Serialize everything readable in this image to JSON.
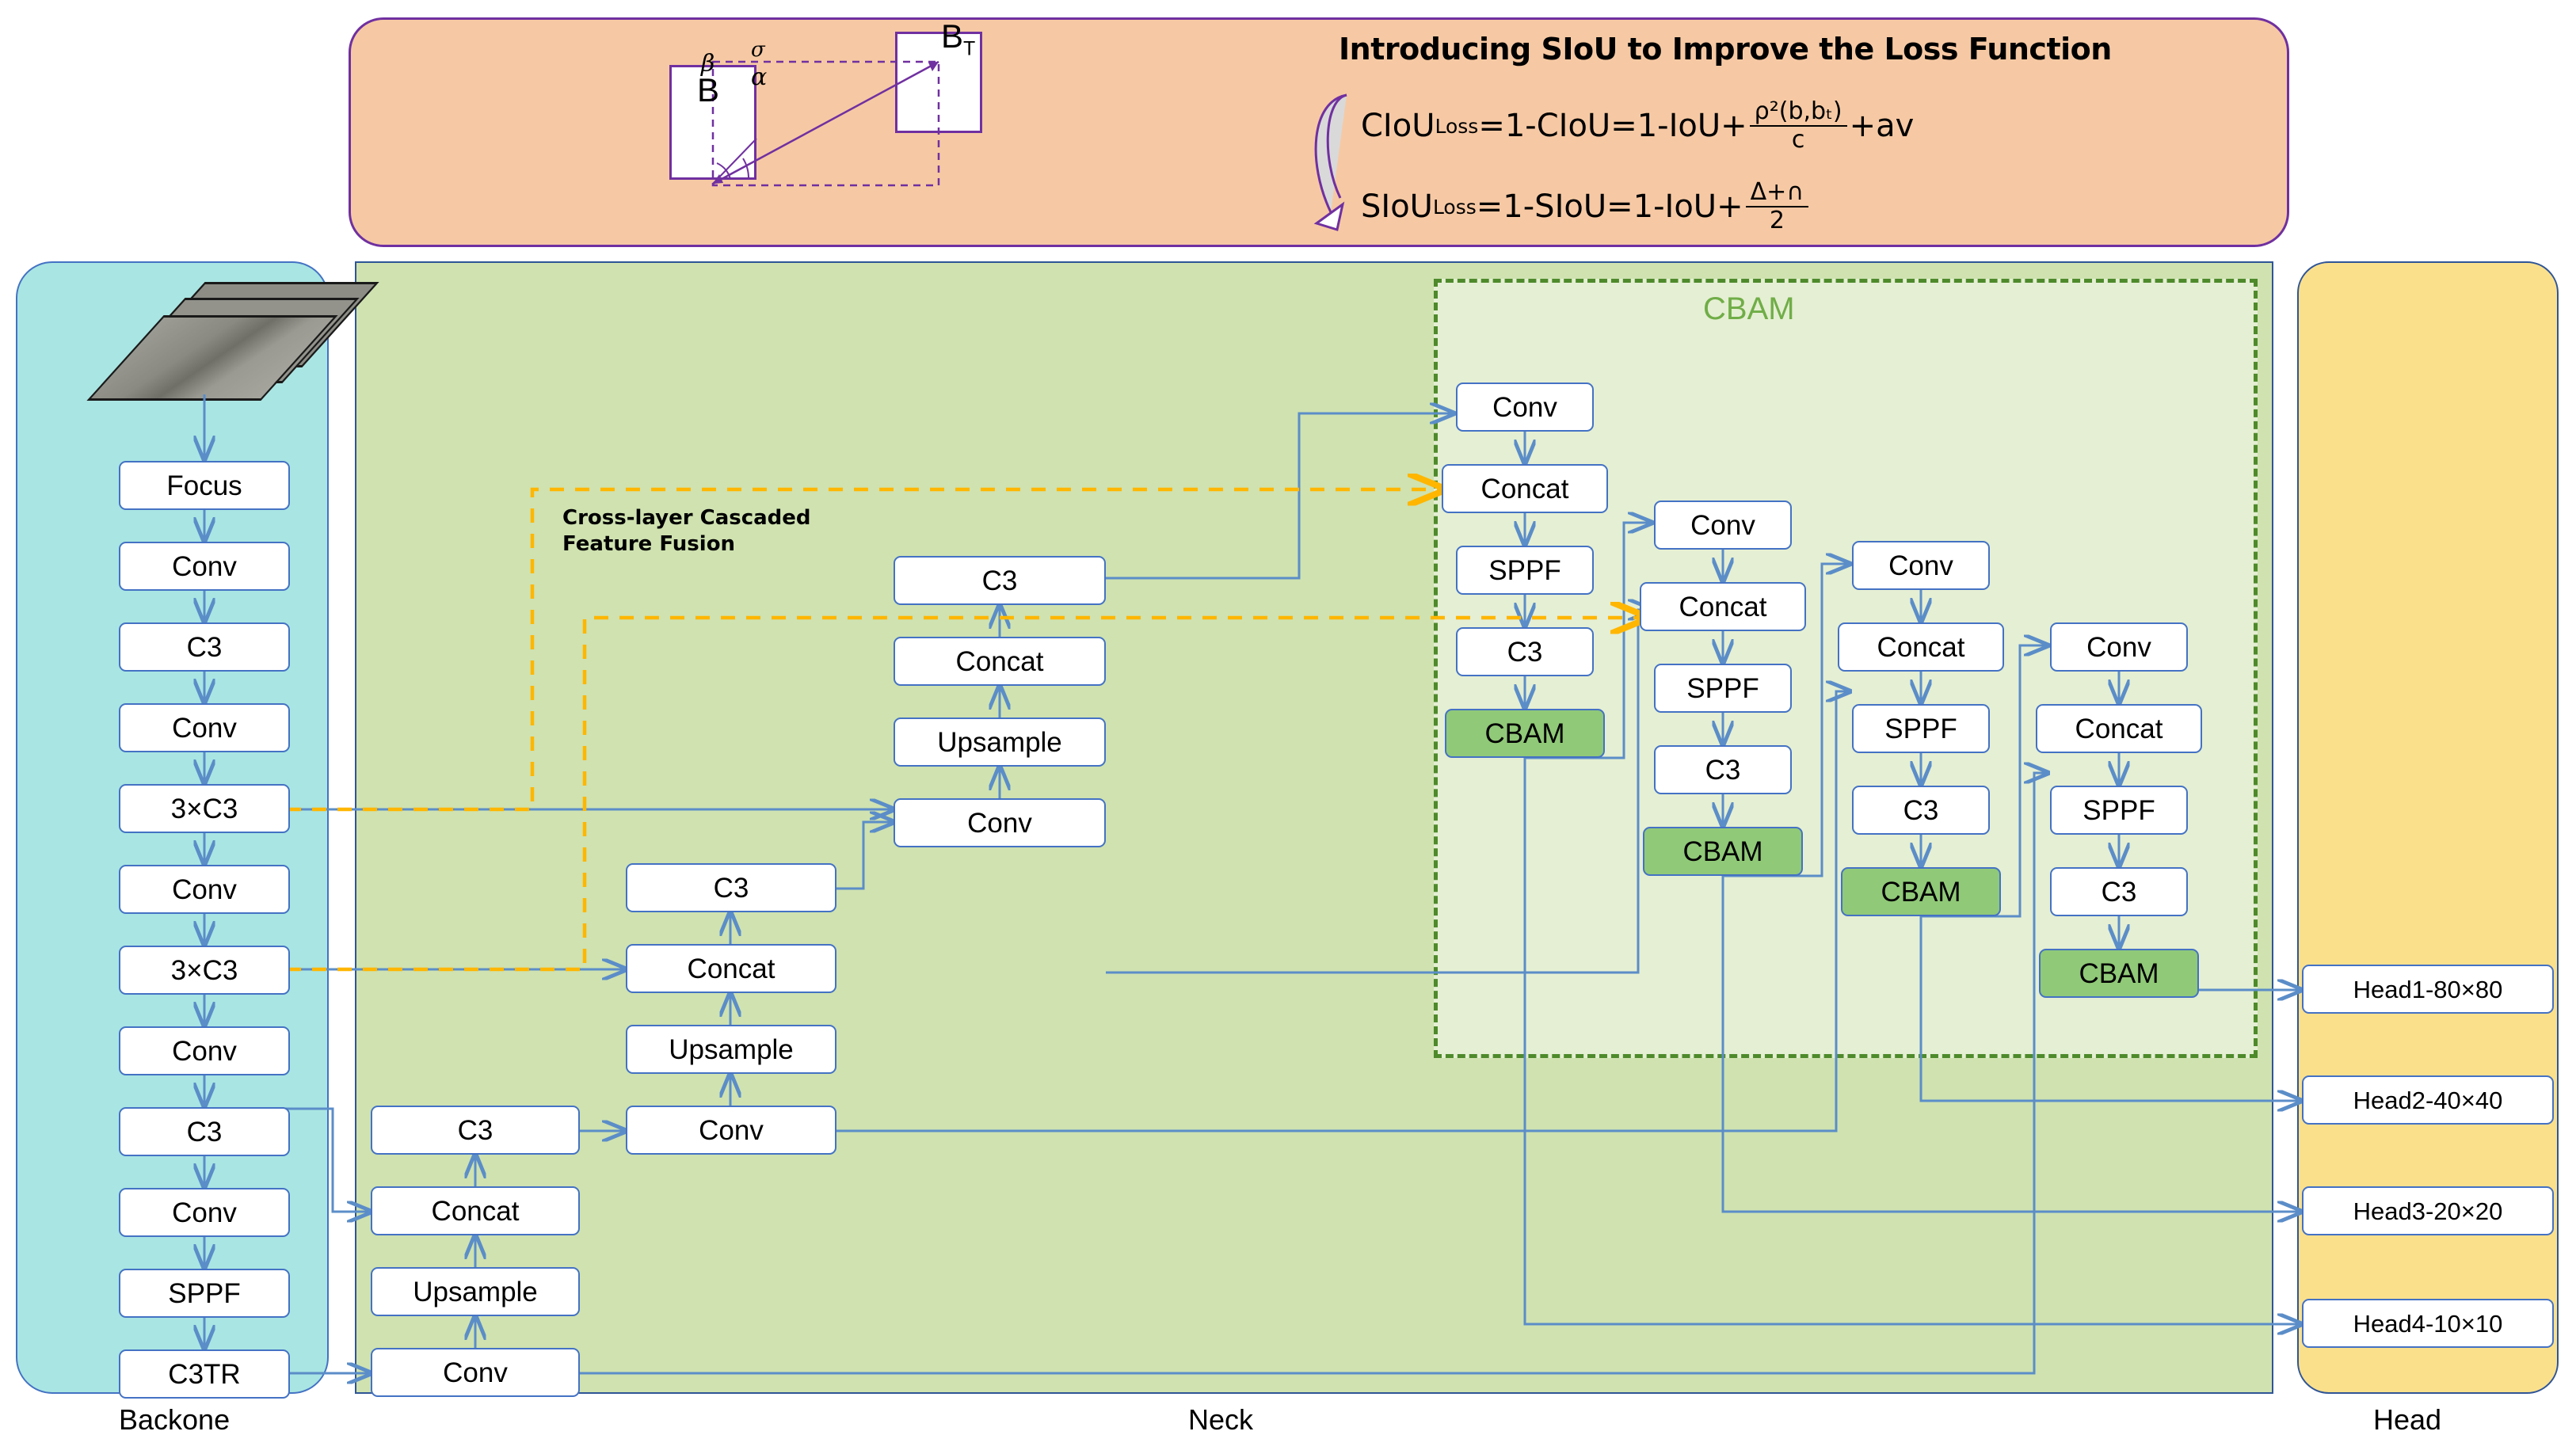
{
  "banner": {
    "title": "Introducing SIoU to Improve the Loss Function",
    "formula1": {
      "lhs": "CIoU",
      "lhs_sub": "Loss",
      "mid": "=1-CIoU=1-IoU+",
      "num": "ρ²(b,bₜ)",
      "den": "c",
      "tail": "+av"
    },
    "formula2": {
      "lhs": "SIoU",
      "lhs_sub": "Loss",
      "mid": "=1-SIoU=1-IoU+",
      "num": "Δ+∩",
      "den": "2",
      "tail": ""
    },
    "diagram": {
      "box_b_label": "B",
      "box_bt_label": "B",
      "box_bt_sub": "T",
      "angle_beta": "β",
      "angle_alpha": "α",
      "sigma": "σ"
    }
  },
  "regions": {
    "backbone_caption": "Backone",
    "neck_caption": "Neck",
    "head_caption": "Head",
    "cbam_group_title": "CBAM",
    "fusion_label_line1": "Cross-layer Cascaded",
    "fusion_label_line2": "Feature Fusion"
  },
  "colors": {
    "backbone_bg": "#a9e5e3",
    "neck_bg": "#cfe2b0",
    "head_bg": "#fbe08c",
    "banner_bg": "#f6c9a4",
    "banner_border": "#7030a0",
    "cbam_zone_border": "#4e8a2b",
    "cbam_box_fill": "#90c978",
    "node_border": "#4472c4",
    "wire": "#5b8dc8",
    "fusion_wire": "#ffb600",
    "cbam_title": "#70ad47"
  },
  "backbone": {
    "nodes": [
      {
        "label": "Focus"
      },
      {
        "label": "Conv"
      },
      {
        "label": "C3"
      },
      {
        "label": "Conv"
      },
      {
        "label": "3×C3"
      },
      {
        "label": "Conv"
      },
      {
        "label": "3×C3"
      },
      {
        "label": "Conv"
      },
      {
        "label": "C3"
      },
      {
        "label": "Conv"
      },
      {
        "label": "SPPF"
      },
      {
        "label": "C3TR"
      }
    ]
  },
  "neck": {
    "col_a": [
      {
        "label": "C3"
      },
      {
        "label": "Concat"
      },
      {
        "label": "Upsample"
      },
      {
        "label": "Conv"
      }
    ],
    "col_b": [
      {
        "label": "C3"
      },
      {
        "label": "Concat"
      },
      {
        "label": "Upsample"
      },
      {
        "label": "Conv"
      }
    ],
    "col_c": [
      {
        "label": "C3"
      },
      {
        "label": "Concat"
      },
      {
        "label": "Upsample"
      },
      {
        "label": "Conv"
      }
    ],
    "cbam_col1": [
      {
        "label": "Conv"
      },
      {
        "label": "Concat"
      },
      {
        "label": "SPPF"
      },
      {
        "label": "C3"
      },
      {
        "label": "CBAM"
      }
    ],
    "cbam_col2": [
      {
        "label": "Conv"
      },
      {
        "label": "Concat"
      },
      {
        "label": "SPPF"
      },
      {
        "label": "C3"
      },
      {
        "label": "CBAM"
      }
    ],
    "cbam_col3": [
      {
        "label": "Conv"
      },
      {
        "label": "Concat"
      },
      {
        "label": "SPPF"
      },
      {
        "label": "C3"
      },
      {
        "label": "CBAM"
      }
    ],
    "cbam_col4": [
      {
        "label": "Conv"
      },
      {
        "label": "Concat"
      },
      {
        "label": "SPPF"
      },
      {
        "label": "C3"
      },
      {
        "label": "CBAM"
      }
    ]
  },
  "head": {
    "nodes": [
      {
        "label": "Head1-80×80"
      },
      {
        "label": "Head2-40×40"
      },
      {
        "label": "Head3-20×20"
      },
      {
        "label": "Head4-10×10"
      }
    ]
  }
}
